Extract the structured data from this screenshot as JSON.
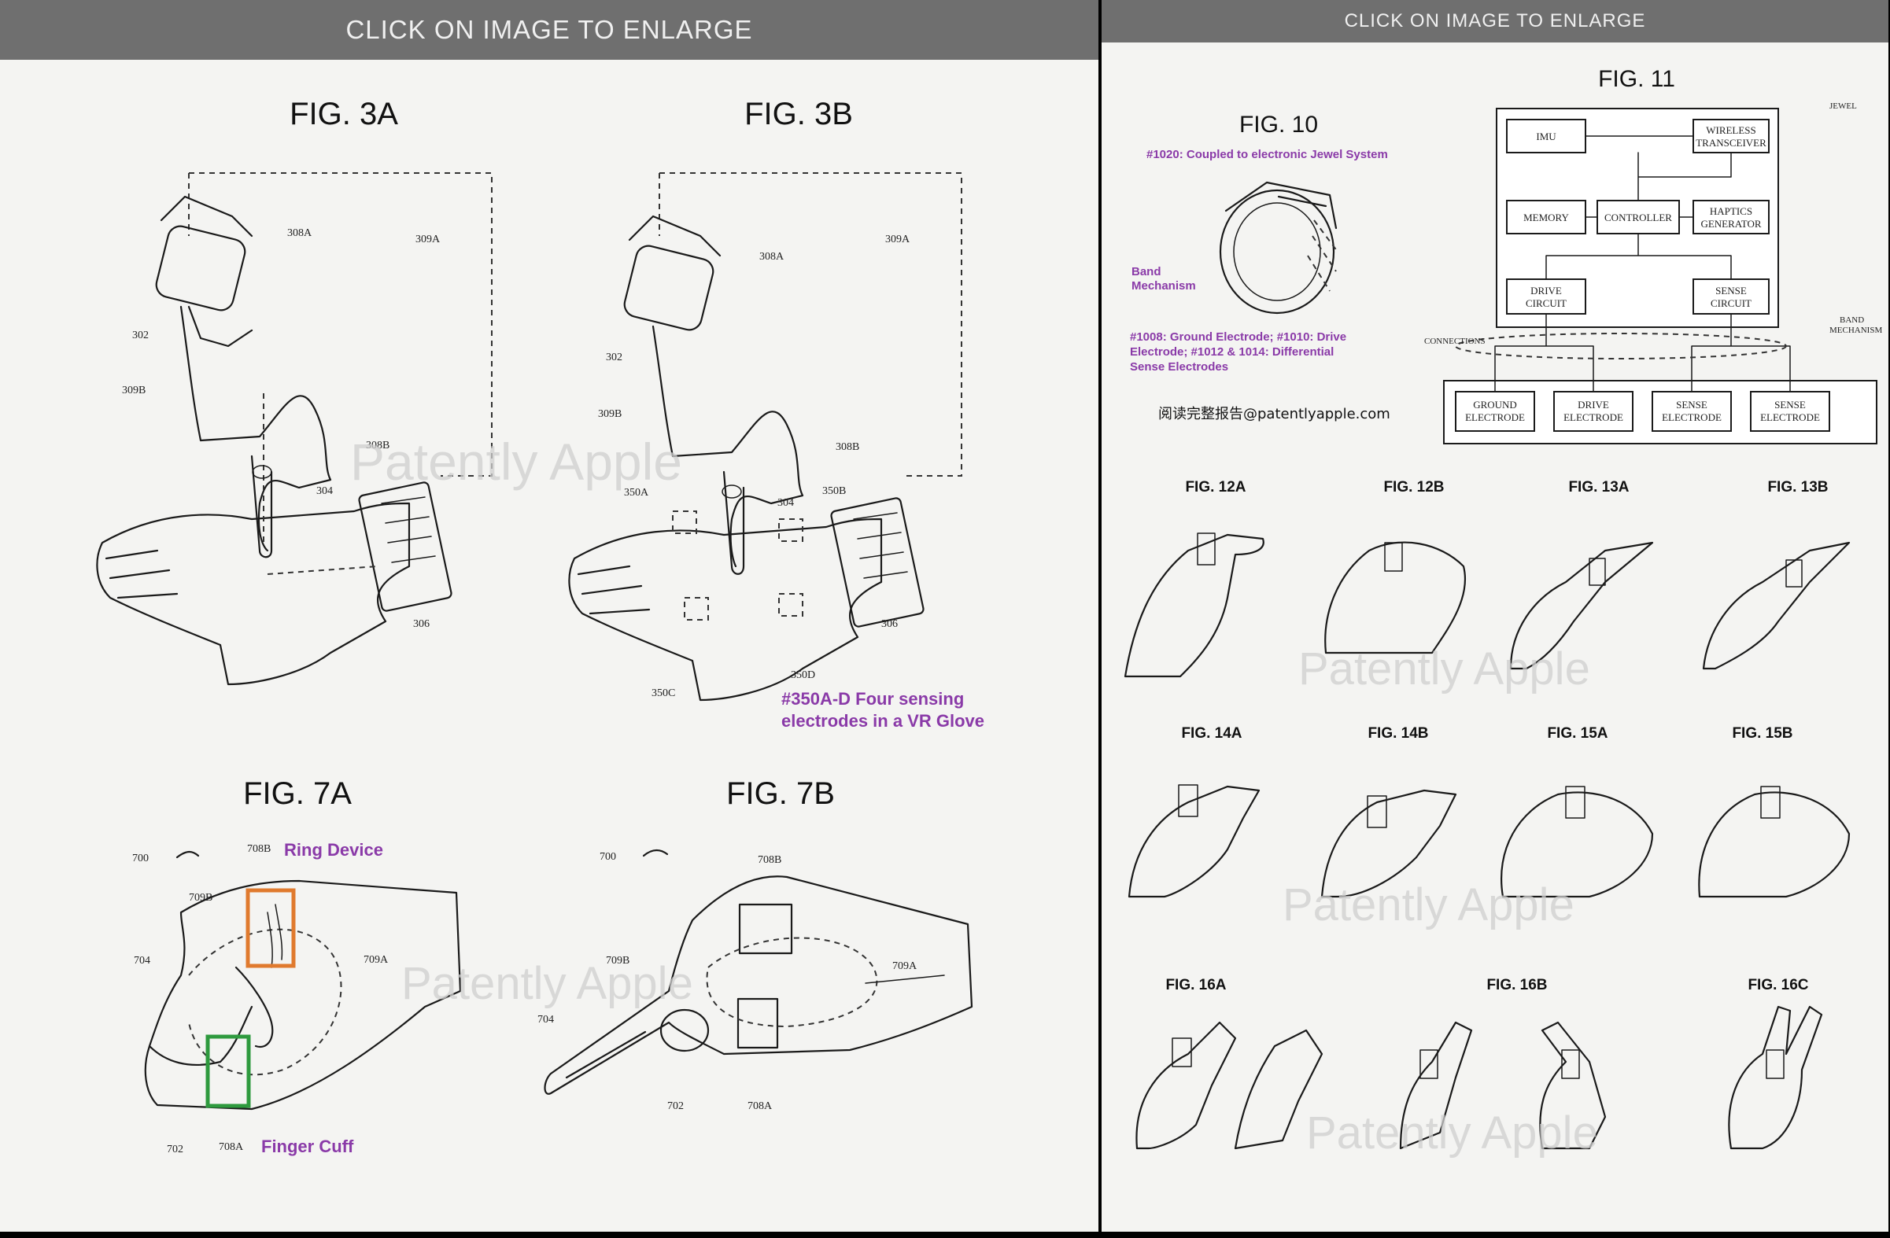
{
  "left": {
    "banner": "CLICK ON IMAGE TO ENLARGE",
    "figures": {
      "fig3a": "FIG. 3A",
      "fig3b": "FIG. 3B",
      "fig7a": "FIG. 7A",
      "fig7b": "FIG. 7B"
    },
    "refs3a": [
      "308A",
      "309A",
      "302",
      "309B",
      "304",
      "308B",
      "306"
    ],
    "refs3b": [
      "308A",
      "309A",
      "302",
      "309B",
      "308B",
      "350A",
      "304",
      "350B",
      "306",
      "350C",
      "350D"
    ],
    "refs7a": [
      "700",
      "708B",
      "709B",
      "704",
      "709A",
      "702",
      "708A"
    ],
    "refs7b": [
      "700",
      "708B",
      "709B",
      "709A",
      "704",
      "702",
      "708A"
    ],
    "annotations": {
      "vr_glove_line1": "#350A-D Four sensing",
      "vr_glove_line2": "electrodes in a VR Glove",
      "ring_device": "Ring Device",
      "finger_cuff": "Finger Cuff"
    },
    "watermark": "Patently Apple"
  },
  "right": {
    "banner": "CLICK ON IMAGE TO ENLARGE",
    "fig10": {
      "title": "FIG. 10",
      "note_top": "#1020: Coupled to electronic Jewel System",
      "band_line1": "Band",
      "band_line2": "Mechanism",
      "note_bottom_1": "#1008: Ground Electrode; #1010: Drive",
      "note_bottom_2": "Electrode; #1012 & 1014: Differential",
      "note_bottom_3": "Sense Electrodes",
      "credit": "阅读完整报告@patentlyapple.com"
    },
    "fig11": {
      "title": "FIG. 11",
      "jewel": "JEWEL",
      "blocks": {
        "imu": "IMU",
        "wireless": [
          "WIRELESS",
          "TRANSCEIVER"
        ],
        "memory": "MEMORY",
        "controller": "CONTROLLER",
        "haptics": [
          "HAPTICS",
          "GENERATOR"
        ],
        "drive": [
          "DRIVE",
          "CIRCUIT"
        ],
        "sense": [
          "SENSE",
          "CIRCUIT"
        ],
        "ground_e": [
          "GROUND",
          "ELECTRODE"
        ],
        "drive_e": [
          "DRIVE",
          "ELECTRODE"
        ],
        "sense_e1": [
          "SENSE",
          "ELECTRODE"
        ],
        "sense_e2": [
          "SENSE",
          "ELECTRODE"
        ]
      },
      "connections": "CONNECTIONS",
      "band": [
        "BAND",
        "MECHANISM"
      ]
    },
    "small_figs": [
      "FIG. 12A",
      "FIG. 12B",
      "FIG. 13A",
      "FIG. 13B",
      "FIG. 14A",
      "FIG. 14B",
      "FIG. 15A",
      "FIG. 15B",
      "FIG. 16A",
      "FIG. 16B",
      "FIG. 16C"
    ],
    "watermark": "Patently Apple"
  },
  "colors": {
    "banner": "#6f6f6f",
    "annotation_purple": "#8a3aa8",
    "ring_box": "#e07a2e",
    "cuff_box": "#2e9a3e"
  }
}
